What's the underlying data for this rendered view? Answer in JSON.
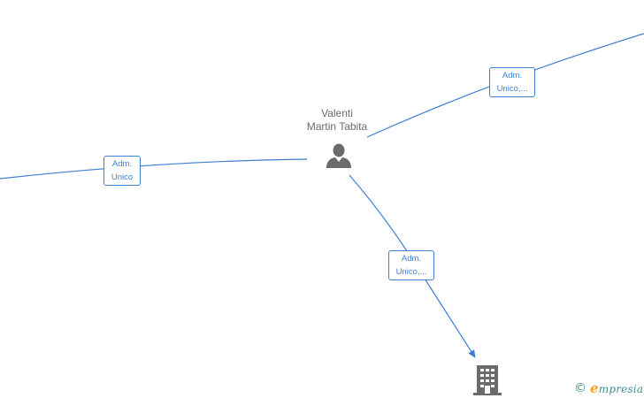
{
  "person": {
    "name_line1": "Valenti",
    "name_line2": "Martin Tabita",
    "icon": "person-icon"
  },
  "company": {
    "icon": "building-icon"
  },
  "edges": [
    {
      "id": "edge-top-right",
      "label_line1": "Adm.",
      "label_line2": "Unico,..."
    },
    {
      "id": "edge-left",
      "label_line1": "Adm.",
      "label_line2": "Unico"
    },
    {
      "id": "edge-down",
      "label_line1": "Adm.",
      "label_line2": "Unico,..."
    }
  ],
  "brand": {
    "copyright_symbol": "©",
    "logo_initial": "e",
    "logo_rest": "mpresia"
  },
  "colors": {
    "edge": "#3d7fd1",
    "node_icon": "#6b6b6b",
    "brand_teal": "#3f8f8f",
    "brand_orange": "#f2a21a"
  }
}
